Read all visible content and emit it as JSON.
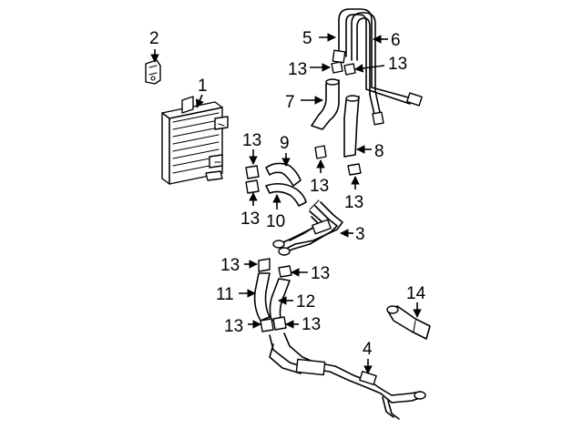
{
  "callouts": {
    "c1": "1",
    "c2": "2",
    "c3": "3",
    "c4": "4",
    "c5": "5",
    "c6": "6",
    "c7": "7",
    "c8": "8",
    "c9": "9",
    "c10": "10",
    "c11": "11",
    "c12": "12",
    "c13a": "13",
    "c13b": "13",
    "c13c": "13",
    "c13d": "13",
    "c13e": "13",
    "c13f": "13",
    "c13g": "13",
    "c13h": "13",
    "c13i": "13",
    "c13j": "13",
    "c14": "14"
  }
}
